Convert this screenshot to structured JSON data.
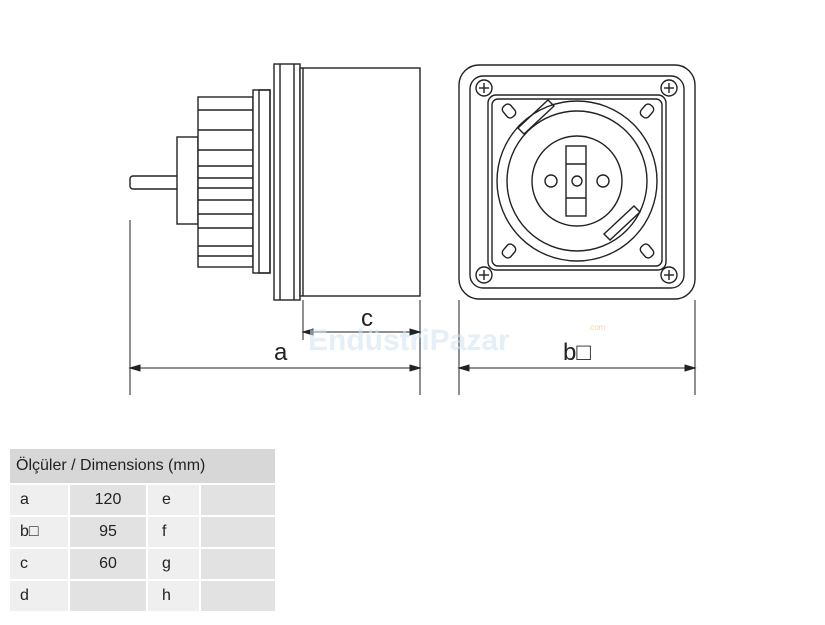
{
  "drawing": {
    "labels": {
      "a": "a",
      "b": "b□",
      "c": "c"
    },
    "watermark": {
      "text": "EndüstriPazar",
      "sub": ".com"
    }
  },
  "table": {
    "header": "Ölçüler / Dimensions (mm)",
    "rows": [
      {
        "k1": "a",
        "v1": "120",
        "k2": "e",
        "v2": ""
      },
      {
        "k1": "b□",
        "v1": "95",
        "k2": "f",
        "v2": ""
      },
      {
        "k1": "c",
        "v1": "60",
        "k2": "g",
        "v2": ""
      },
      {
        "k1": "d",
        "v1": "",
        "k2": "h",
        "v2": ""
      }
    ]
  }
}
